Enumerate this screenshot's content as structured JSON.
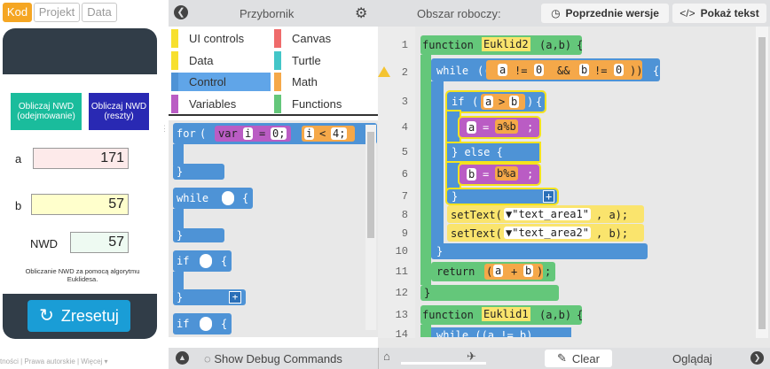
{
  "tabs": {
    "code": "Kod",
    "project": "Projekt",
    "data": "Data"
  },
  "app": {
    "btn_subtract": "Obliczaj NWD (odejmowanie)",
    "btn_modulo": "Obliczaj NWD (reszty)",
    "label_a": "a",
    "value_a": "171",
    "label_b": "b",
    "value_b": "57",
    "label_nwd": "NWD",
    "value_nwd": "57",
    "desc": "Obliczanie NWD za pomocą algorytmu Euklidesa.",
    "reset": "Zresetuj"
  },
  "footer": "tności | Prawa autorskie | Więcej ▾",
  "toolbox": {
    "title": "Przybornik",
    "categories": [
      {
        "label": "UI controls",
        "color": "#f7e02e"
      },
      {
        "label": "Canvas",
        "color": "#ef6b6b"
      },
      {
        "label": "Data",
        "color": "#f7e02e"
      },
      {
        "label": "Turtle",
        "color": "#43c6c8"
      },
      {
        "label": "Control",
        "color": "#4e93d6"
      },
      {
        "label": "Math",
        "color": "#f5a849"
      },
      {
        "label": "Variables",
        "color": "#ba5cc4"
      },
      {
        "label": "Functions",
        "color": "#64c77a"
      }
    ],
    "blocks": {
      "for": "for",
      "var": "var",
      "i": "i",
      "eq": "=",
      "zero": "0;",
      "i2": "i",
      "lt": "<",
      "four": "4;",
      "while": "while",
      "if": "if",
      "if2": "if",
      "plus": "+"
    }
  },
  "workspace": {
    "title": "Obszar roboczy:",
    "prev_versions": "Poprzednie wersje",
    "show_text": "Pokaż tekst",
    "lines": [
      "1",
      "2",
      "3",
      "4",
      "5",
      "6",
      "7",
      "8",
      "9",
      "10",
      "11",
      "12",
      "13",
      "14"
    ],
    "code": {
      "l1a": "function",
      "l1b": "Euklid2",
      "l1c": "(a,b)",
      "l1d": "{",
      "l2a": "while",
      "l2b": "((",
      "l2c": "a",
      "l2d": "!=",
      "l2e": "0",
      "l2f": "&&",
      "l2g": "b",
      "l2h": "!=",
      "l2i": "0",
      "l2j": "))",
      "l2k": "{",
      "l3a": "if",
      "l3b": "(",
      "l3c": "a",
      "l3d": ">",
      "l3e": "b",
      "l3f": ")",
      "l3g": "{",
      "l4a": "a",
      "l4b": "=",
      "l4c": "a%b",
      "l4d": ";",
      "l5": "} else {",
      "l6a": "b",
      "l6b": "=",
      "l6c": "b%a",
      "l6d": ";",
      "l7a": "}",
      "l7b": "+",
      "l8a": "setText(",
      "l8b": "▼\"text_area1\"",
      "l8c": ", a);",
      "l9a": "setText(",
      "l9b": "▼\"text_area2\"",
      "l9c": ", b);",
      "l10": "}",
      "l11a": "return",
      "l11b": "(",
      "l11c": "a",
      "l11d": "+",
      "l11e": "b",
      "l11f": ")",
      "l11g": ";",
      "l12": "}",
      "l13a": "function",
      "l13b": "Euklid1",
      "l13c": "(a,b)",
      "l13d": "{",
      "l14": "while ((a != b)"
    }
  },
  "bottom": {
    "debug": "Show Debug Commands",
    "clear": "Clear",
    "watch": "Oglądaj"
  }
}
